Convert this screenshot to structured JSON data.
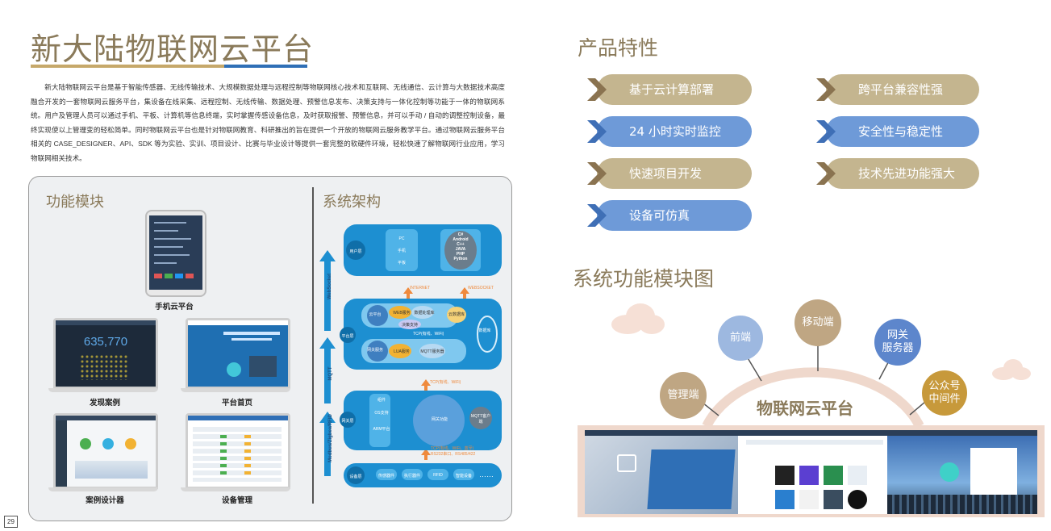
{
  "left": {
    "title": "新大陆物联网云平台",
    "intro": "新大陆物联网云平台是基于智能传感器、无线传输技术、大规模数据处理与远程控制等物联网核心技术和互联网、无线通信、云计算与大数据技术高度融合开发的一套物联网云服务平台，集设备在线采集、远程控制、无线传输、数据处理、预警信息发布、决策支持与一体化控制等功能于一体的物联网系统。用户及管理人员可以通过手机、平板、计算机等信息终端，实时掌握传感设备信息，及时获取报警、预警信息，并可以手动 / 自动的调整控制设备，最终实现使以上管理变的轻松简单。同时物联网云平台也是针对物联网教育、科研推出的旨在提供一个开放的物联网云服务教学平台。通过物联网云服务平台相关的 CASE_DESIGNER、API、SDK 等为实验、实训、项目设计、比赛与毕业设计等提供一套完整的软硬件环境，轻松快速了解物联网行业应用，学习物联网相关技术。",
    "modules_title": "功能模块",
    "arch_title": "系统架构",
    "devices": {
      "mobile": "手机云平台",
      "discover": "发现案例",
      "home": "平台首页",
      "designer": "案例设计器",
      "device_mgmt": "设备管理"
    },
    "screen_number": "635,770",
    "arch": {
      "v_labels": [
        "WebSocket",
        "MQTT",
        "Modbus/Zigbee/RFID"
      ],
      "layer_names": [
        "用户层",
        "平台层",
        "网关层",
        "设备层"
      ],
      "user_items": [
        "PC",
        "手机",
        "平板"
      ],
      "langs": "C#\nAndroid\nC++\nJAVA\nPHP\nPython",
      "conn1": [
        "INTERNET",
        "WEBSOCKET"
      ],
      "conn2": "TCP(有线、WiFi)",
      "conn3": "TCP(有线、WiFi、蓝牙)\nRS232串口、RS485/422",
      "conn_mid": "TCP(有线、WiFi)",
      "platform_nodes": [
        "云平台",
        "WEB服务",
        "数据处理库",
        "决策支持",
        "云数据库",
        "网关服务",
        "LUA服务",
        "MQTT服务器",
        "数据库"
      ],
      "gateway_nodes": [
        "组件",
        "OS支持",
        "ARM平台",
        "网关功能",
        "MQTT客户端"
      ],
      "device_items": [
        "传感器件",
        "执行器件",
        "RFID",
        "智能设备",
        "……"
      ]
    }
  },
  "right": {
    "features_title": "产品特性",
    "features": [
      {
        "label": "基于云计算部署",
        "color": "#c4b58f"
      },
      {
        "label": "跨平台兼容性强",
        "color": "#c4b58f"
      },
      {
        "label": "24 小时实时监控",
        "color": "#6e9ad8"
      },
      {
        "label": "安全性与稳定性",
        "color": "#6e9ad8"
      },
      {
        "label": "快速项目开发",
        "color": "#c4b58f"
      },
      {
        "label": "技术先进功能强大",
        "color": "#c4b58f"
      },
      {
        "label": "设备可仿真",
        "color": "#6e9ad8"
      }
    ],
    "diagram_title": "系统功能模块图",
    "hub": "物联网云平台",
    "nodes": [
      "管理端",
      "前端",
      "移动端",
      "网关\n服务器",
      "公众号\n中间件"
    ]
  },
  "page_number": "29",
  "colors": {
    "gold": "#c4b58f",
    "blue": "#6e9ad8",
    "title": "#8a7a5a",
    "accent_blue": "#1d8fd1"
  }
}
